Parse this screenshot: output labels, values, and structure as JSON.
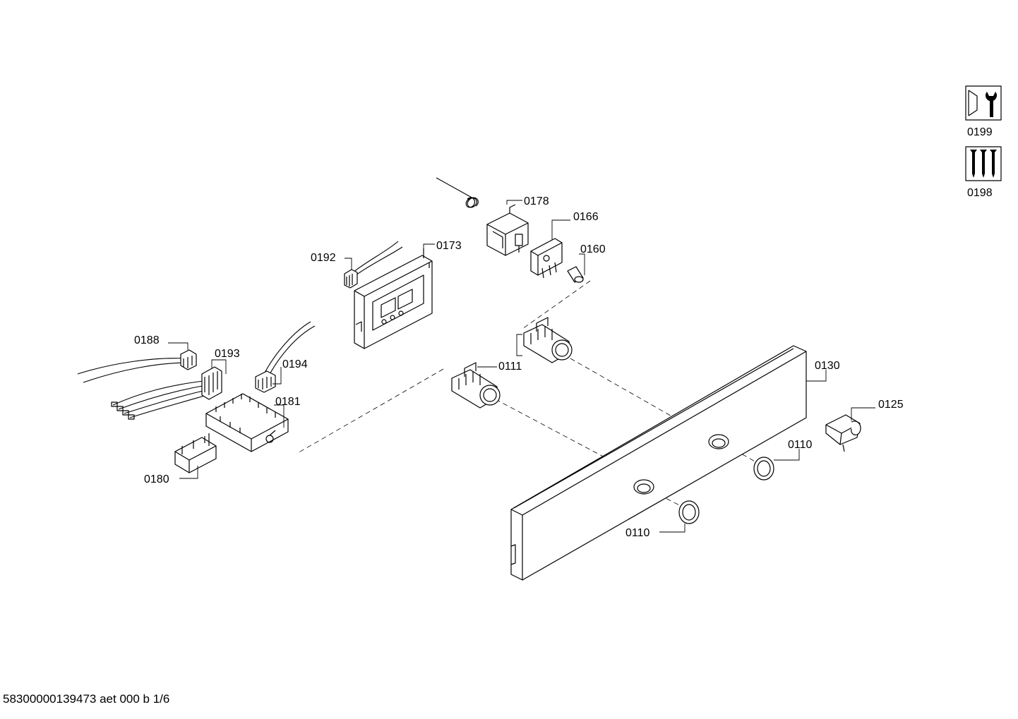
{
  "document_id": "58300000139473 aet 000 b 1/6",
  "parts": {
    "p0199": "0199",
    "p0198": "0198",
    "p0178": "0178",
    "p0166": "0166",
    "p0160": "0160",
    "p0192": "0192",
    "p0173": "0173",
    "p0188": "0188",
    "p0193": "0193",
    "p0194": "0194",
    "p0111": "0111",
    "p0130": "0130",
    "p0181": "0181",
    "p0125": "0125",
    "p0110_right": "0110",
    "p0180": "0180",
    "p0110_left": "0110"
  },
  "icons": {
    "tool_box": "wrench-icon",
    "screw_box": "screws-icon"
  }
}
